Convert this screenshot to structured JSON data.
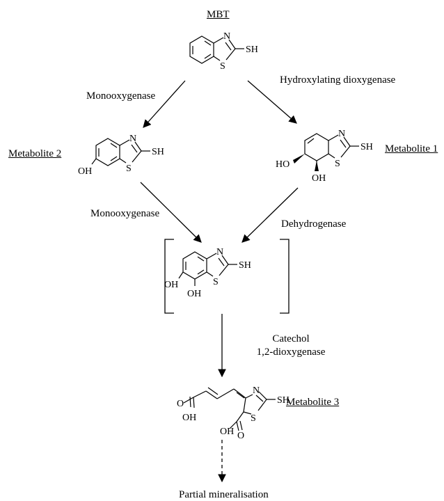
{
  "labels": {
    "title": "MBT",
    "metabolite_1": "Metabolite 1",
    "metabolite_2": "Metabolite 2",
    "metabolite_3": "Metabolite 3",
    "end_product": "Partial mineralisation"
  },
  "enzymes": {
    "left_top": "Monooxygenase",
    "right_top": "Hydroxylating dioxygenase",
    "left_mid": "Monooxygenase",
    "right_mid": "Dehydrogenase",
    "catechol_line1": "Catechol",
    "catechol_line2": "1,2-dioxygenase"
  },
  "atoms": {
    "n": "N",
    "s": "S",
    "sh": "SH",
    "oh": "OH",
    "ho": "HO",
    "o": "O"
  }
}
